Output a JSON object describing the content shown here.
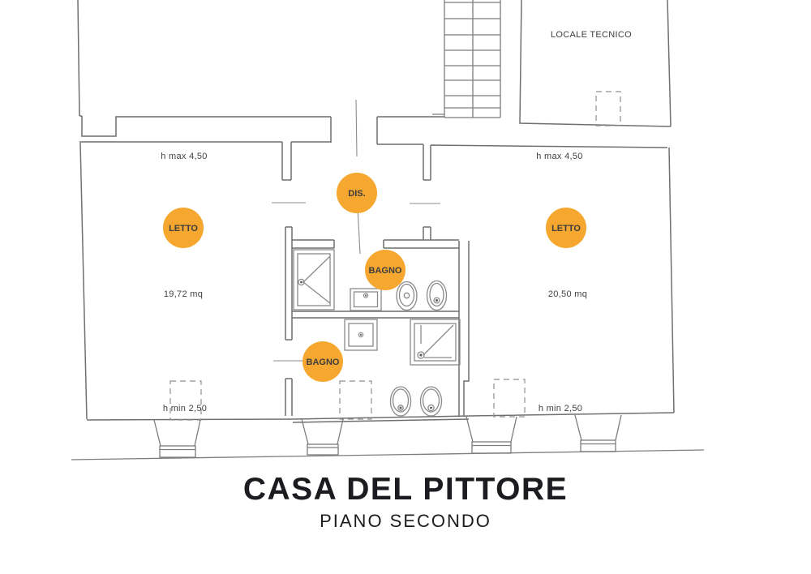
{
  "title": {
    "main": "CASA DEL PITTORE",
    "subtitle": "PIANO SECONDO"
  },
  "colors": {
    "accent_circle": "#F5A72F",
    "wall_line": "#6f6f6f",
    "fixture_line": "#8a8a8a",
    "label_text": "#3f3f3f",
    "title_text": "#1b1b20"
  },
  "labels": {
    "locale_tecnico": "LOCALE TECNICO",
    "h_max_left": "h max 4,50",
    "h_max_right": "h max 4,50",
    "area_left": "19,72 mq",
    "area_right": "20,50 mq",
    "h_min_left": "h min  2,50",
    "h_min_right": "h min  2,50"
  },
  "markers": {
    "letto_left": "LETTO",
    "dis": "DIS.",
    "bagno_upper": "BAGNO",
    "bagno_lower": "BAGNO",
    "letto_right": "LETTO"
  }
}
